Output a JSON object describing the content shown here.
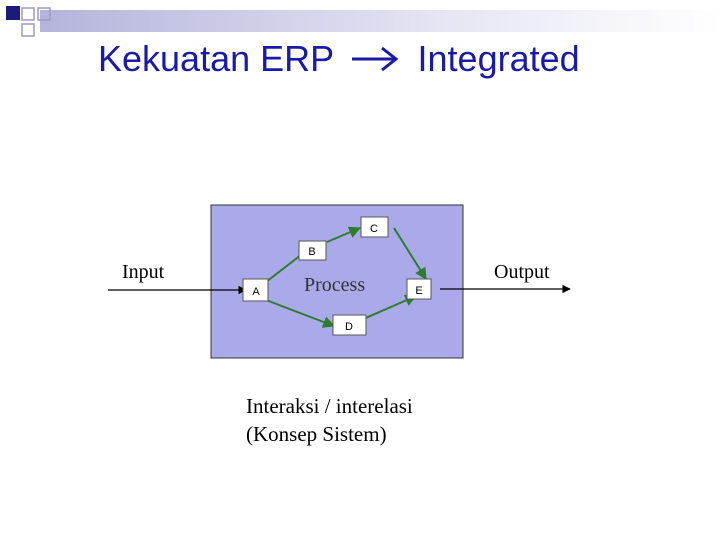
{
  "title": {
    "text_left": "Kekuatan ERP",
    "arrow_icon": "right-arrow-icon",
    "text_right": "Integrated"
  },
  "diagram": {
    "input_label": "Input",
    "output_label": "Output",
    "process_label": "Process",
    "nodes": {
      "a": "A",
      "b": "B",
      "c": "C",
      "d": "D",
      "e": "E"
    }
  },
  "caption": {
    "line1": "Interaksi / interelasi",
    "line2": "(Konsep Sistem)"
  },
  "colors": {
    "title": "#1a1aa8",
    "process_box": "#aaaaea",
    "connector": "#2e7d2e"
  }
}
